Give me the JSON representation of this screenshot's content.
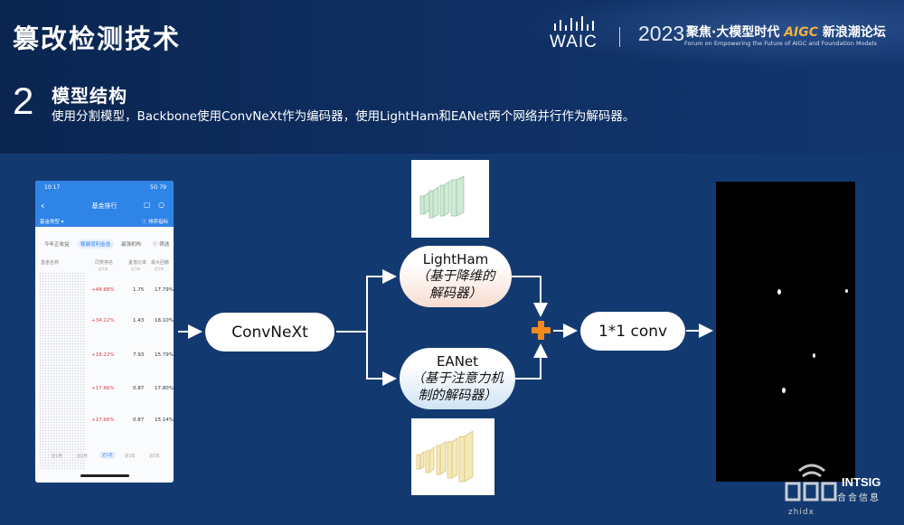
{
  "header": {
    "title": "篡改检测技术",
    "waic_logo": "WAIC",
    "forum_year": "2023",
    "forum_title_a": "聚焦·大模型时代",
    "forum_title_b": "AIGC",
    "forum_title_c": "新浪潮论坛",
    "forum_subtitle": "Forum on Empowering the Future of AIGC and Foundation Models"
  },
  "section": {
    "number": "2",
    "title": "模型结构",
    "description": "使用分割模型，Backbone使用ConvNeXt作为编码器，使用LightHam和EANet两个网络并行作为解码器。"
  },
  "phone": {
    "time": "10:17",
    "status_right": "5G 79",
    "back_icon": "chevron-left-icon",
    "title": "基金排行",
    "type_label": "基金类型 ▾",
    "rank_label": "ⓘ 排序指标",
    "tabs": [
      "今年正收益",
      "稳健增利金选",
      "最强机构",
      "ⓘ 筛选"
    ],
    "col_headers": [
      "基金名称",
      "同类排名",
      "夏普比率",
      "最大回撤"
    ],
    "col_sub": [
      "近1年",
      "近1年",
      "近1年"
    ],
    "rows": [
      {
        "ret": "+48.88%",
        "sharpe": "1.75",
        "drawdown": "17.79%"
      },
      {
        "ret": "+34.22%",
        "sharpe": "1.43",
        "drawdown": "18.10%"
      },
      {
        "ret": "+18.22%",
        "sharpe": "7.93",
        "drawdown": "15.79%"
      },
      {
        "ret": "+17.66%",
        "sharpe": "0.87",
        "drawdown": "17.80%"
      },
      {
        "ret": "+17.66%",
        "sharpe": "0.87",
        "drawdown": "15.14%"
      }
    ],
    "bottom_tabs": [
      "近1月",
      "近3月",
      "近1年",
      "近3年",
      "近5年"
    ]
  },
  "diagram": {
    "encoder": "ConvNeXt",
    "decoder1_name": "LightHam",
    "decoder1_desc_line1": "（基于降维的",
    "decoder1_desc_line2": "解码器）",
    "decoder2_name": "EANet",
    "decoder2_desc_line1": "（基于注意力机",
    "decoder2_desc_line2": "制的解码器）",
    "fusion": "1*1 conv",
    "fusion_op": "plus-icon"
  },
  "watermark": {
    "brand": "INTSIG",
    "brand_cn": "合合信息",
    "site": "zhidx"
  },
  "colors": {
    "background": "#133a70",
    "header": "#0f2f62",
    "plus": "#f08a1c",
    "aigc": "#f2b23c",
    "phone_accent": "#2f84e8",
    "positive_return": "#e04040"
  }
}
